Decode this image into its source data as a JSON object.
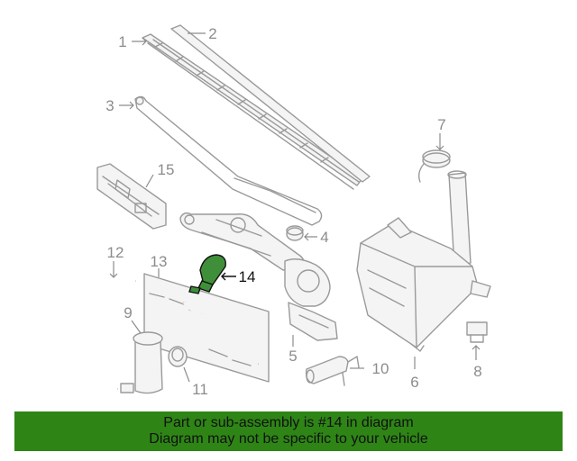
{
  "callouts": {
    "c1": "1",
    "c2": "2",
    "c3": "3",
    "c4": "4",
    "c5": "5",
    "c6": "6",
    "c7": "7",
    "c8": "8",
    "c9": "9",
    "c10": "10",
    "c11": "11",
    "c12": "12",
    "c13": "13",
    "c14": "14",
    "c15": "15"
  },
  "highlight_part": "14",
  "colors": {
    "highlight": "#3f8f3a",
    "banner": "#2e8516",
    "line": "#9a9a9a"
  },
  "banner": {
    "line1": "Part or sub-assembly is #14 in diagram",
    "line2": "Diagram may not be specific to your vehicle"
  }
}
